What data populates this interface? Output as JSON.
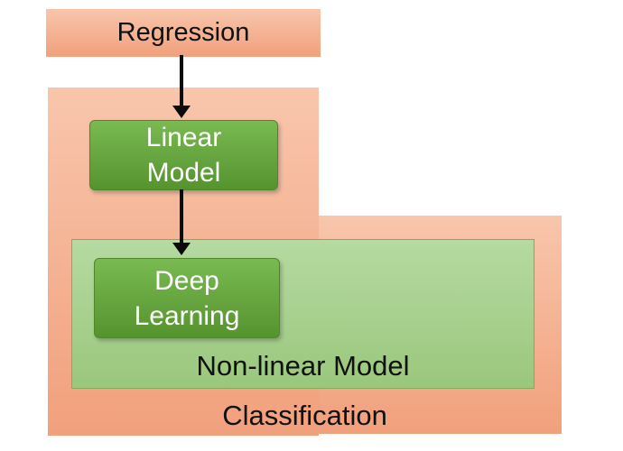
{
  "diagram": {
    "nodes": {
      "regression": {
        "label": "Regression"
      },
      "linear_model": {
        "lines": [
          "Linear",
          "Model"
        ]
      },
      "deep_learning": {
        "lines": [
          "Deep",
          "Learning"
        ]
      },
      "nonlinear_model": {
        "label": "Non-linear Model"
      },
      "classification": {
        "label": "Classification"
      }
    },
    "edges": [
      {
        "from": "Regression",
        "to": "Linear Model"
      },
      {
        "from": "Linear Model",
        "to": "Deep Learning"
      }
    ],
    "colors": {
      "salmon_top": "#F8C6AC",
      "salmon_bottom": "#F1A07C",
      "green_dark_top": "#7ABA52",
      "green_dark_bottom": "#55932E",
      "green_dark_border": "#4E872A",
      "green_light_top": "#B6DAA2",
      "green_light_bottom": "#9AC77C",
      "green_light_border": "#87A95B",
      "arrow_color": "#0B0B0B"
    }
  }
}
